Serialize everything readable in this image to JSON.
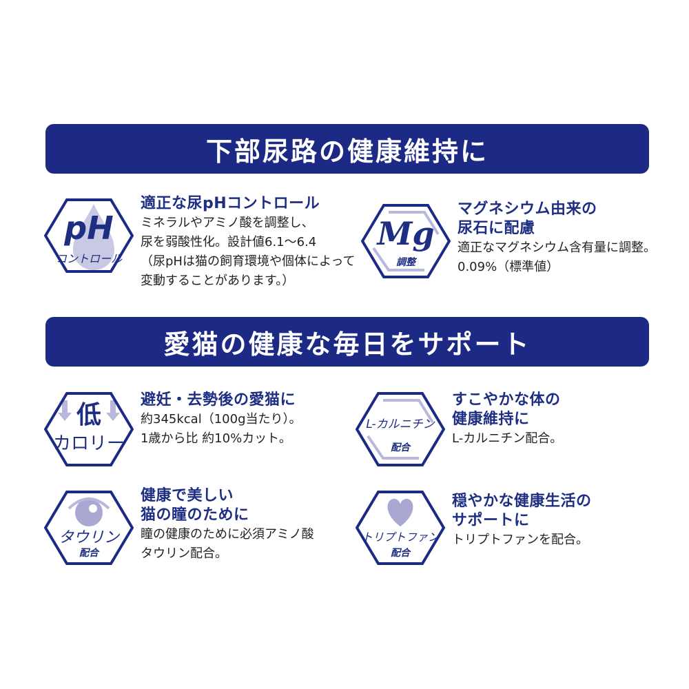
{
  "colors": {
    "navy": "#1c2a86",
    "heading": "#1e2e82",
    "accent_light": "#b8b8dc",
    "text": "#222222"
  },
  "banners": [
    {
      "title": "下部尿路の健康維持に"
    },
    {
      "title": "愛猫の健康な毎日をサポート"
    }
  ],
  "features": [
    {
      "icon": "ph-drop-icon",
      "badge_main": "pH",
      "badge_sub": "コントロール",
      "title": "適正な尿pHコントロール",
      "body": "ミネラルやアミノ酸を調整し、\n尿を弱酸性化。設計値6.1～6.4\n（尿pHは猫の飼育環境や個体によって\n 変動することがあります。）"
    },
    {
      "icon": "magnesium-icon",
      "badge_main": "Mg",
      "badge_sub": "調整",
      "title": "マグネシウム由来の\n尿石に配慮",
      "body": "適正なマグネシウム含有量に調整。\n0.09%（標準値）"
    },
    {
      "icon": "low-calorie-arrow-icon",
      "badge_main": "低",
      "badge_sub": "カロリー",
      "title": "避妊・去勢後の愛猫に",
      "body": "約345kcal（100g当たり）。\n1歳から比 約10%カット。"
    },
    {
      "icon": "l-carnitine-icon",
      "badge_main": "L-カルニチン",
      "badge_sub": "配合",
      "title": "すこやかな体の\n健康維持に",
      "body": "L-カルニチン配合。"
    },
    {
      "icon": "eye-icon",
      "badge_main": "タウリン",
      "badge_sub": "配合",
      "title": "健康で美しい\n猫の瞳のために",
      "body": "瞳の健康のために必須アミノ酸\nタウリン配合。"
    },
    {
      "icon": "heart-icon",
      "badge_main": "トリプトファン",
      "badge_sub": "配合",
      "title": "穏やかな健康生活の\nサポートに",
      "body": "トリプトファンを配合。"
    }
  ]
}
